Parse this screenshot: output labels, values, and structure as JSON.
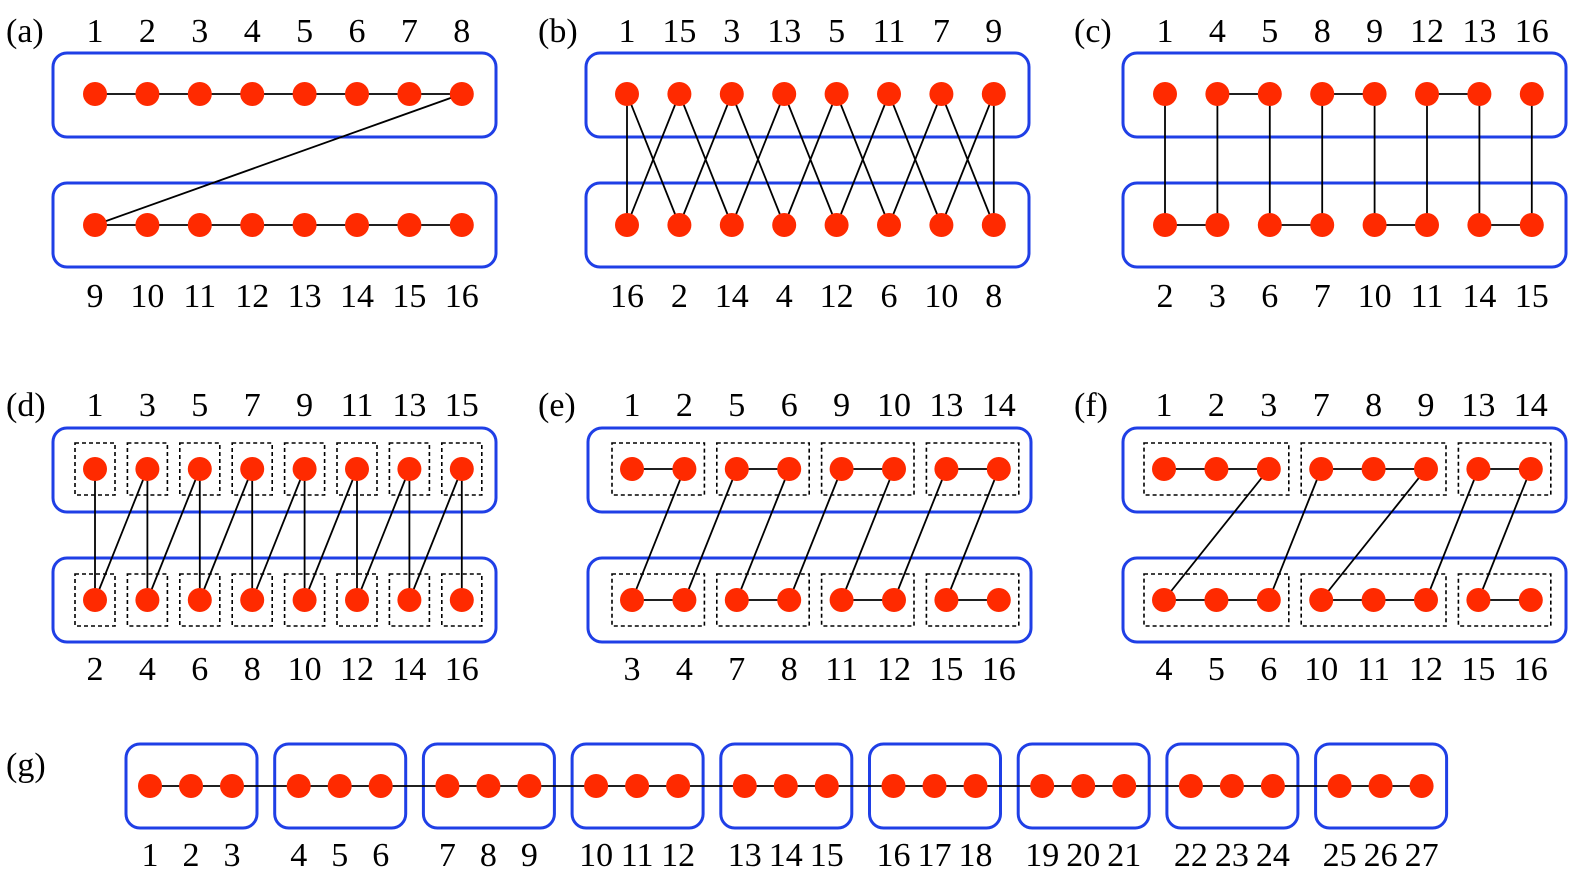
{
  "colors": {
    "node": "#ff2a00",
    "box": "#1f3fe6",
    "edge": "#000000",
    "dashed_box": "#000000"
  },
  "panels": {
    "a": {
      "label": "(a)",
      "top": [
        "1",
        "2",
        "3",
        "4",
        "5",
        "6",
        "7",
        "8"
      ],
      "bottom": [
        "9",
        "10",
        "11",
        "12",
        "13",
        "14",
        "15",
        "16"
      ],
      "edges": [
        [
          1,
          2
        ],
        [
          2,
          3
        ],
        [
          3,
          4
        ],
        [
          4,
          5
        ],
        [
          5,
          6
        ],
        [
          6,
          7
        ],
        [
          7,
          8
        ],
        [
          8,
          9
        ],
        [
          9,
          10
        ],
        [
          10,
          11
        ],
        [
          11,
          12
        ],
        [
          12,
          13
        ],
        [
          13,
          14
        ],
        [
          14,
          15
        ],
        [
          15,
          16
        ]
      ]
    },
    "b": {
      "label": "(b)",
      "top": [
        "1",
        "15",
        "3",
        "13",
        "5",
        "11",
        "7",
        "9"
      ],
      "bottom": [
        "16",
        "2",
        "14",
        "4",
        "12",
        "6",
        "10",
        "8"
      ],
      "edges": [
        [
          1,
          2
        ],
        [
          2,
          3
        ],
        [
          3,
          4
        ],
        [
          4,
          5
        ],
        [
          5,
          6
        ],
        [
          6,
          7
        ],
        [
          7,
          8
        ],
        [
          8,
          9
        ],
        [
          9,
          10
        ],
        [
          10,
          11
        ],
        [
          11,
          12
        ],
        [
          12,
          13
        ],
        [
          13,
          14
        ],
        [
          14,
          15
        ],
        [
          15,
          16
        ],
        [
          16,
          1
        ]
      ]
    },
    "c": {
      "label": "(c)",
      "top": [
        "1",
        "4",
        "5",
        "8",
        "9",
        "12",
        "13",
        "16"
      ],
      "bottom": [
        "2",
        "3",
        "6",
        "7",
        "10",
        "11",
        "14",
        "15"
      ],
      "edges": [
        [
          1,
          2
        ],
        [
          2,
          3
        ],
        [
          3,
          4
        ],
        [
          4,
          5
        ],
        [
          5,
          6
        ],
        [
          6,
          7
        ],
        [
          7,
          8
        ],
        [
          8,
          9
        ],
        [
          9,
          10
        ],
        [
          10,
          11
        ],
        [
          11,
          12
        ],
        [
          12,
          13
        ],
        [
          13,
          14
        ],
        [
          14,
          15
        ],
        [
          15,
          16
        ]
      ]
    },
    "d": {
      "label": "(d)",
      "top": [
        "1",
        "3",
        "5",
        "7",
        "9",
        "11",
        "13",
        "15"
      ],
      "bottom": [
        "2",
        "4",
        "6",
        "8",
        "10",
        "12",
        "14",
        "16"
      ],
      "edges": [
        [
          1,
          2
        ],
        [
          2,
          3
        ],
        [
          3,
          4
        ],
        [
          4,
          5
        ],
        [
          5,
          6
        ],
        [
          6,
          7
        ],
        [
          7,
          8
        ],
        [
          8,
          9
        ],
        [
          9,
          10
        ],
        [
          10,
          11
        ],
        [
          11,
          12
        ],
        [
          12,
          13
        ],
        [
          13,
          14
        ],
        [
          14,
          15
        ],
        [
          15,
          16
        ]
      ]
    },
    "e": {
      "label": "(e)",
      "top": [
        "1",
        "2",
        "5",
        "6",
        "9",
        "10",
        "13",
        "14"
      ],
      "bottom": [
        "3",
        "4",
        "7",
        "8",
        "11",
        "12",
        "15",
        "16"
      ],
      "edges": [
        [
          1,
          2
        ],
        [
          2,
          3
        ],
        [
          3,
          4
        ],
        [
          4,
          5
        ],
        [
          5,
          6
        ],
        [
          6,
          7
        ],
        [
          7,
          8
        ],
        [
          8,
          9
        ],
        [
          9,
          10
        ],
        [
          10,
          11
        ],
        [
          11,
          12
        ],
        [
          12,
          13
        ],
        [
          13,
          14
        ],
        [
          14,
          15
        ],
        [
          15,
          16
        ]
      ]
    },
    "f": {
      "label": "(f)",
      "top": [
        "1",
        "2",
        "3",
        "7",
        "8",
        "9",
        "13",
        "14"
      ],
      "bottom": [
        "4",
        "5",
        "6",
        "10",
        "11",
        "12",
        "15",
        "16"
      ],
      "edges": [
        [
          1,
          2
        ],
        [
          2,
          3
        ],
        [
          3,
          4
        ],
        [
          4,
          5
        ],
        [
          5,
          6
        ],
        [
          6,
          7
        ],
        [
          7,
          8
        ],
        [
          8,
          9
        ],
        [
          9,
          10
        ],
        [
          10,
          11
        ],
        [
          11,
          12
        ],
        [
          12,
          13
        ],
        [
          13,
          14
        ],
        [
          14,
          15
        ],
        [
          15,
          16
        ]
      ]
    },
    "g": {
      "label": "(g)",
      "labels": [
        "1",
        "2",
        "3",
        "4",
        "5",
        "6",
        "7",
        "8",
        "9",
        "10",
        "11",
        "12",
        "13",
        "14",
        "15",
        "16",
        "17",
        "18",
        "19",
        "20",
        "21",
        "22",
        "23",
        "24",
        "25",
        "26",
        "27"
      ]
    }
  }
}
